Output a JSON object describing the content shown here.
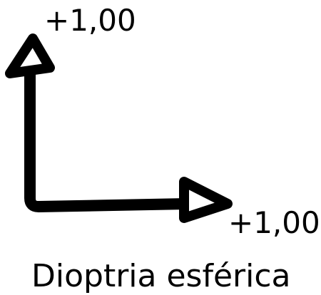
{
  "diagram": {
    "vertical_value": "+1,00",
    "horizontal_value": "+1,00",
    "caption": "Dioptria esférica",
    "stroke_color": "#000000",
    "background_color": "#ffffff",
    "arrow_head_fill": "#ffffff"
  }
}
